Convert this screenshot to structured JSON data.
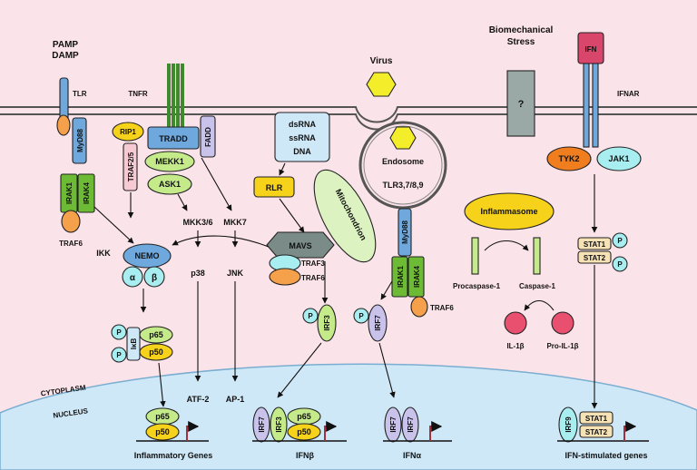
{
  "labels": {
    "pamp": "PAMP",
    "damp": "DAMP",
    "tlr": "TLR",
    "tnfr": "TNFR",
    "virus": "Virus",
    "biomechanical": "Biomechanical",
    "stress": "Stress",
    "unknown_receptor": "?",
    "ifn": "IFN",
    "ifnar": "IFNAR",
    "myd88": "MyD88",
    "rip1": "RIP1",
    "tradd": "TRADD",
    "fadd": "FADD",
    "traf25": "TRAF2/5",
    "mekk1": "MEKK1",
    "ask1": "ASK1",
    "irak1": "IRAK1",
    "irak4": "IRAK4",
    "traf6": "TRAF6",
    "ikk": "IKK",
    "nemo": "NEMO",
    "alpha": "α",
    "beta": "β",
    "mkk36": "MKK3/6",
    "mkk7": "MKK7",
    "p38": "p38",
    "jnk": "JNK",
    "dsrna": "dsRNA",
    "ssrna": "ssRNA",
    "dna": "DNA",
    "rlr": "RLR",
    "mavs": "MAVS",
    "mitochondrion": "Mitochondrion",
    "traf3": "TRAF3",
    "endosome": "Endosome",
    "tlr3789": "TLR3,7/8,9",
    "irf3": "IRF3",
    "irf7": "IRF7",
    "irf9": "IRF9",
    "p": "P",
    "p65": "p65",
    "p50": "p50",
    "ikb": "IκB",
    "inflammasome": "Inflammasome",
    "procaspase": "Procaspase-1",
    "caspase": "Caspase-1",
    "il1b": "IL-1β",
    "proil1b": "Pro-IL-1β",
    "tyk2": "TYK2",
    "jak1": "JAK1",
    "stat1": "STAT1",
    "stat2": "STAT2",
    "cytoplasm": "CYTOPLASM",
    "nucleus": "NUCLEUS",
    "atf2": "ATF-2",
    "ap1": "AP-1",
    "inflammatory_genes": "Inflammatory Genes",
    "ifnb": "IFNβ",
    "ifna": "IFNα",
    "isg": "IFN-stimulated genes"
  },
  "colors": {
    "background": "#fbe3ea",
    "nucleus": "#cfe8f7",
    "green": "#6dbb35",
    "light_green": "#c4ea8a",
    "blue": "#6fa8dc",
    "orange": "#f5a04a",
    "yellow": "#f7d21a",
    "lilac": "#c9c3ec",
    "pink": "#f6c9d3",
    "cyan": "#a8eef0",
    "gray": "#9aa9a6",
    "red": "#e9506f",
    "ifn_red": "#d8466b",
    "tyk2_orange": "#f07d1e"
  }
}
